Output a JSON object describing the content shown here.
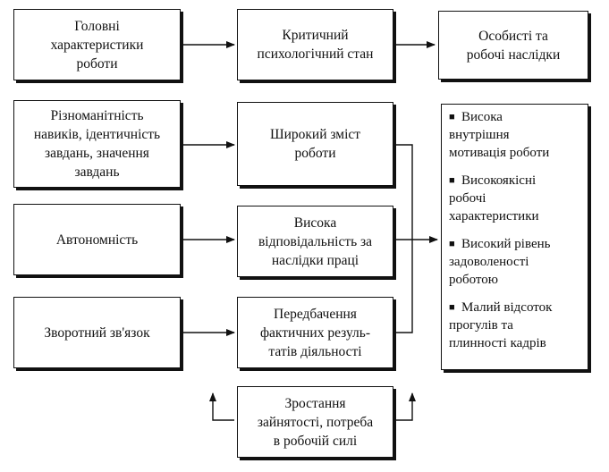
{
  "header": {
    "col1": "Головні\nхарактеристики\nроботи",
    "col2": "Критичний\nпсихологічний стан",
    "col3": "Особисті та\nробочі наслідки"
  },
  "characteristics": [
    "Різноманітність\nнавиків, ідентичність\nзавдань, значення\nзавдань",
    "Автономність",
    "Зворотний зв'язок"
  ],
  "states": [
    "Широкий зміст\nроботи",
    "Висока\nвідповідальність за\nнаслідки праці",
    "Передбачення\nфактичних резуль-\nтатів діяльності"
  ],
  "outcomes": [
    "Висока\nвнутрішня\nмотивація роботи",
    "Високоякісні\nробочі\nхарактеристики",
    "Високий рівень\nзадоволеності\nроботою",
    "Малий відсоток\nпрогулів та\nплинності кадрів"
  ],
  "moderator": "Зростання\nзайнятості, потреба\nв робочій силі",
  "colors": {
    "line": "#111111",
    "background": "#ffffff"
  }
}
